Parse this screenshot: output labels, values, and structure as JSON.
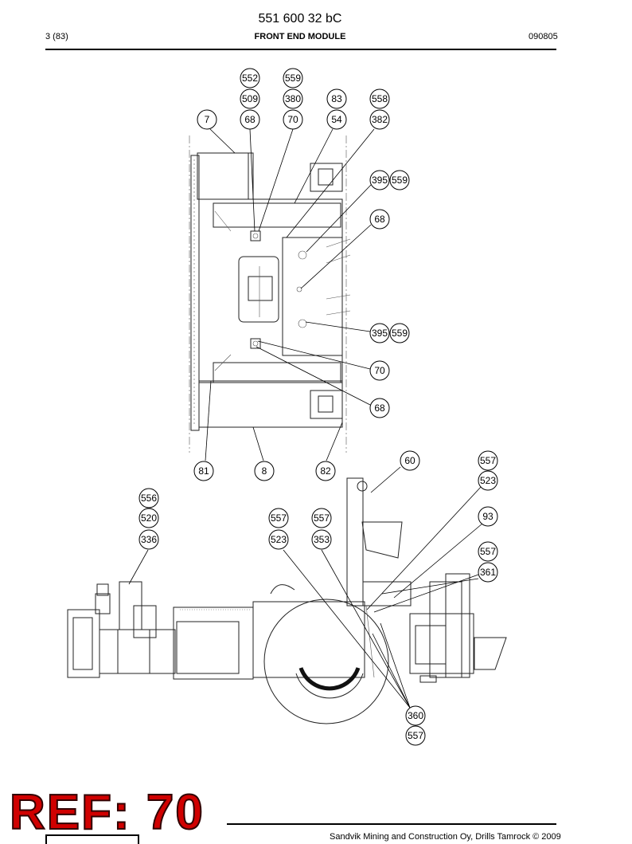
{
  "header": {
    "doc_number": "551 600 32 bC",
    "page": "3 (83)",
    "section_title": "FRONT END MODULE",
    "date_code": "090805"
  },
  "footer": {
    "stamp": "REF: 70",
    "copyright": "Sandvik Mining and Construction Oy, Drills Tamrock © 2009"
  },
  "callouts": {
    "c552": "552",
    "c559a": "559",
    "c509": "509",
    "c380": "380",
    "c83": "83",
    "c558": "558",
    "c7": "7",
    "c68a": "68",
    "c70a": "70",
    "c54": "54",
    "c382": "382",
    "c395a": "395",
    "c559b": "559",
    "c68b": "68",
    "c395b": "395",
    "c559c": "559",
    "c70b": "70",
    "c68c": "68",
    "c81": "81",
    "c8": "8",
    "c82": "82",
    "c60": "60",
    "c557a": "557",
    "c523a": "523",
    "c556": "556",
    "c520": "520",
    "c336": "336",
    "c557b": "557",
    "c523b": "523",
    "c557c": "557",
    "c353": "353",
    "c93": "93",
    "c557d": "557",
    "c361": "361",
    "c360": "360",
    "c557e": "557"
  }
}
